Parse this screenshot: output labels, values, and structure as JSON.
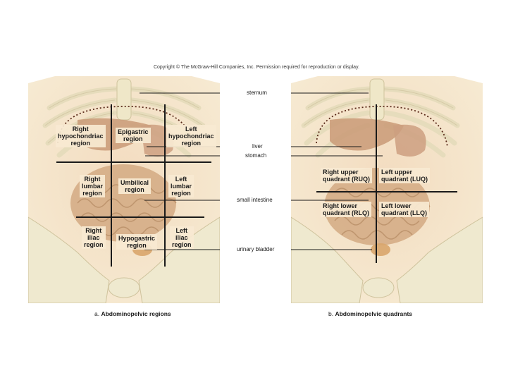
{
  "copyright": "Copyright © The McGraw-Hill Companies, Inc. Permission required for reproduction or display.",
  "organs": {
    "sternum": "sternum",
    "liver": "liver",
    "stomach": "stomach",
    "small_intestine": "small intestine",
    "urinary_bladder": "urinary bladder"
  },
  "regions": {
    "right_hypochondriac": "Right\nhypochondriac\nregion",
    "epigastric": "Epigastric\nregion",
    "left_hypochondriac": "Left\nhypochondriac\nregion",
    "right_lumbar": "Right\nlumbar\nregion",
    "umbilical": "Umbilical\nregion",
    "left_lumbar": "Left\nlumbar\nregion",
    "right_iliac": "Right\niliac\nregion",
    "hypogastric": "Hypogastric\nregion",
    "left_iliac": "Left\niliac\nregion"
  },
  "quadrants": {
    "ruq": "Right upper\nquadrant (RUQ)",
    "luq": "Left upper\nquadrant (LUQ)",
    "rlq": "Right lower\nquadrant (RLQ)",
    "llq": "Left lower\nquadrant (LLQ)"
  },
  "captions": {
    "a_prefix": "a.",
    "a_title": "Abdominopelvic regions",
    "b_prefix": "b.",
    "b_title": "Abdominopelvic quadrants"
  },
  "colors": {
    "skin": "#f4e3c4",
    "bone": "#efe9cf",
    "organ": "#c9a07e",
    "intestine": "#d9b48f",
    "grid_line": "#1a1a1a"
  }
}
